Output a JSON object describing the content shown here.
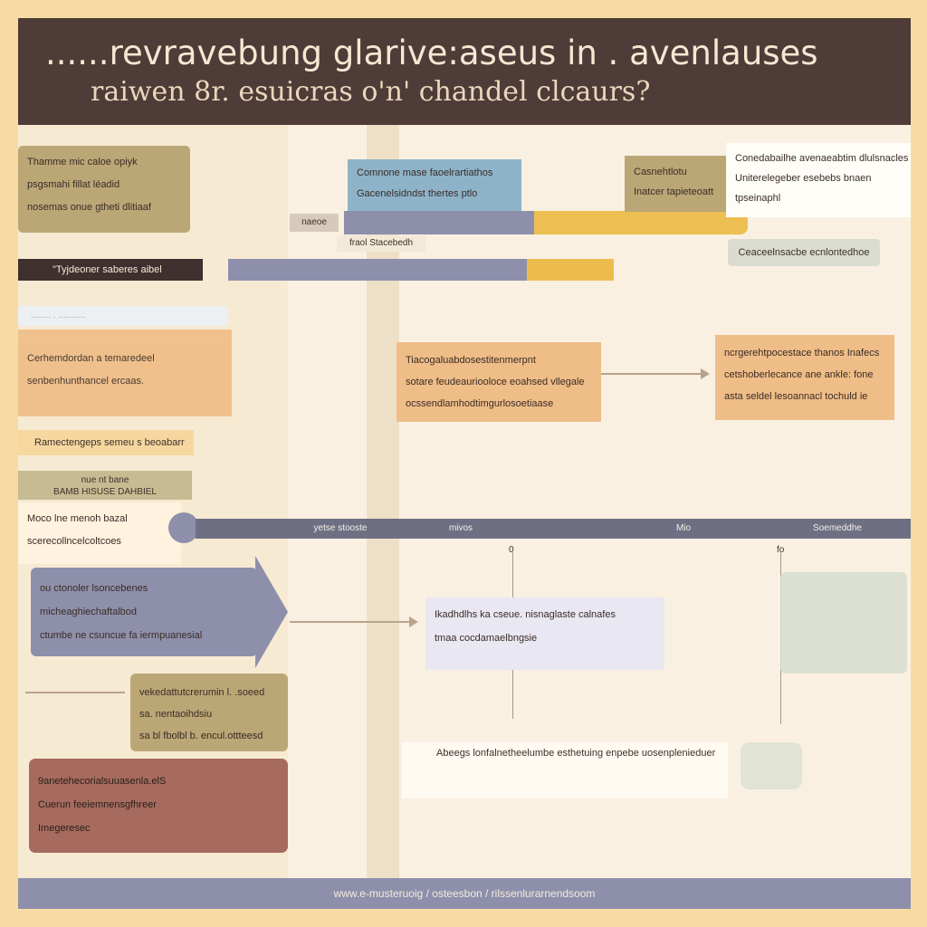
{
  "header": {
    "title_line1": "......revravebung glarive:aseus in . avenlauses",
    "title_line2": "raiwen 8r. esuicras o'n' chandel clcaurs?"
  },
  "left": {
    "box1": [
      "Thamme mic caloe opiyk",
      "psgsmahi fillat léadid",
      "nosemas onue gtheti dlitiaaf"
    ],
    "bar_label": "\"Tyjdeoner saberes aibel",
    "strip_label": "........ . ...........",
    "box2": [
      "Cerhemdordan a temaredeel",
      "senbenhunthancel ercaas."
    ],
    "note1": "Ramectengeps semeu s beoabarr",
    "tag_title": "nue nt bane",
    "tag_sub": "BAMB HISUSE DAHBIEL",
    "note2": [
      "Moco lne menoh bazal",
      "scerecollncelcoltcoes"
    ],
    "purple_box": [
      "ou ctonoler lsoncebenes",
      "micheaghiechaftalbod",
      "ctumbe ne csuncue fa iermpuanesial"
    ],
    "olive_box": [
      "vekedattutcrerumin l. .soeed",
      "sa. nentaoihdsiu",
      "sa bl fbolbl b. encul.ottteesd"
    ],
    "red_box": [
      "9anetehecorialsuuasenla.elS",
      "Cuerun feeiemnensgfhreer",
      "Imegeresec"
    ]
  },
  "center": {
    "blue_box": [
      "Comnone mase faoelrartiathos",
      "Gacenelsidndst thertes ptlo"
    ],
    "small_label": "naeoe",
    "sub_label": "fraol Stacebedh",
    "orange_box": [
      "Tiacogaluabdosestitenmerpnt",
      "sotare feudeauriooloce eoahsed vllegale",
      "ocssendlamhodtimgurlosoetiaase"
    ],
    "timeline": [
      "yetse stooste",
      "mivos",
      "Mio",
      "Soemeddhe"
    ],
    "lavender_box": [
      "Ikadhdlhs ka cseue. nisnaglaste calnafes",
      "tmaa cocdamaelbngsie"
    ],
    "tick1": "0",
    "tick2": "fo",
    "bottom_note": "Abeegs lonfalnetheelumbe esthetuing enpebe uosenplenieduer"
  },
  "right": {
    "olive_small": [
      "Casnehtlotu",
      "Inatcer tapieteoatt"
    ],
    "white_box": [
      "Conedabailhe avenaeabtim dlulsnacles",
      "Uniterelegeber esebebs bnaen",
      "tpseinaphl"
    ],
    "pill": "Ceaceelnsacbe ecnlontedhoe",
    "orange_box": [
      "ncrgerehtpocestace thanos Inafecs",
      "cetshoberlecance ane ankle: fone",
      "asta seldel lesoannacl tochuld ie"
    ]
  },
  "footer": {
    "text": "www.e-musteruoig / osteesbon / rilssenlurarnendsoom"
  },
  "colors": {
    "header": "#4f3b37",
    "olive": "#bba676",
    "blue": "#8eb3c8",
    "purple": "#8e8fab",
    "orange": "#efbd87",
    "yellow": "#ecbc4c",
    "red": "#a66b5e",
    "lavender": "#e9e7f2"
  }
}
